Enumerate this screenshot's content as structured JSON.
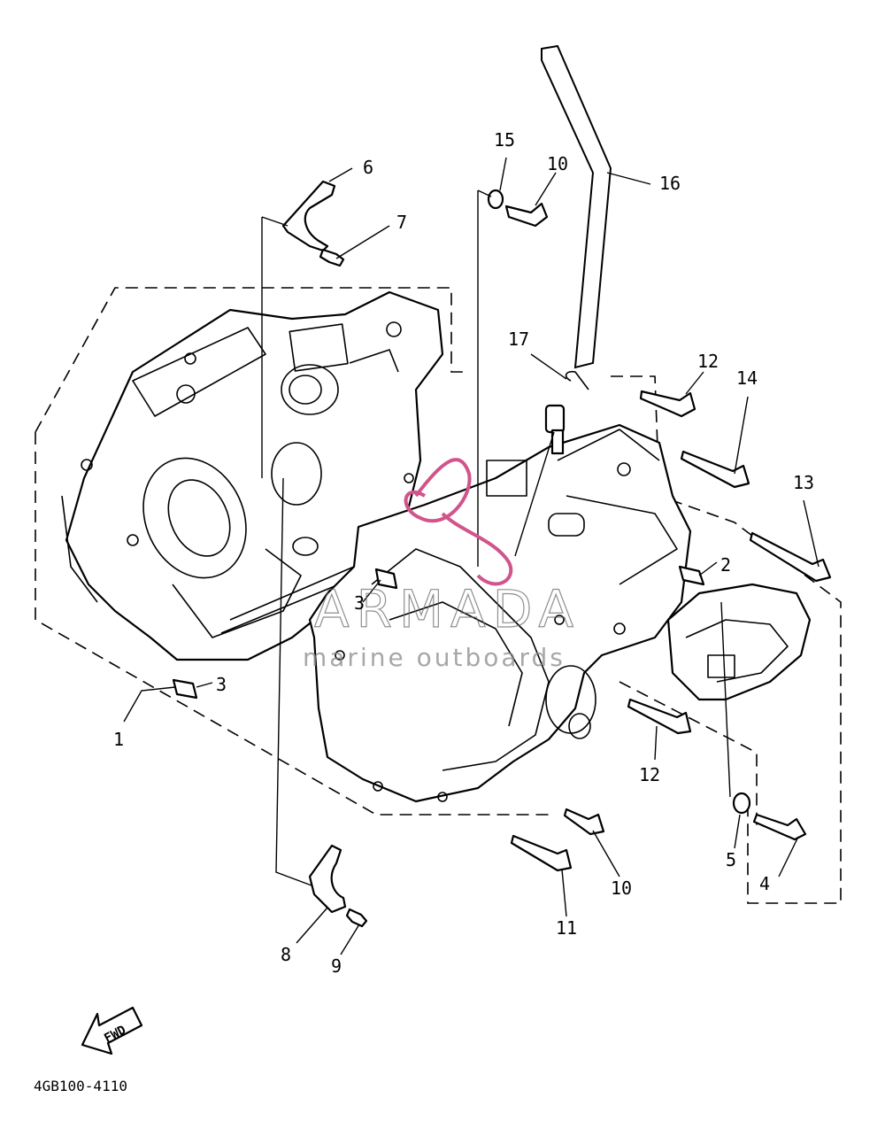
{
  "diagram": {
    "code": "4GB100-4110",
    "fwd_label": "FWD",
    "watermark": {
      "brand": "ARMADA",
      "tagline": "marine outboards"
    },
    "callouts": [
      {
        "id": "c1",
        "label": "1"
      },
      {
        "id": "c2",
        "label": "2"
      },
      {
        "id": "c3a",
        "label": "3"
      },
      {
        "id": "c3b",
        "label": "3"
      },
      {
        "id": "c4",
        "label": "4"
      },
      {
        "id": "c5",
        "label": "5"
      },
      {
        "id": "c6",
        "label": "6"
      },
      {
        "id": "c7",
        "label": "7"
      },
      {
        "id": "c8",
        "label": "8"
      },
      {
        "id": "c9",
        "label": "9"
      },
      {
        "id": "c10a",
        "label": "10"
      },
      {
        "id": "c10b",
        "label": "10"
      },
      {
        "id": "c11",
        "label": "11"
      },
      {
        "id": "c12a",
        "label": "12"
      },
      {
        "id": "c12b",
        "label": "12"
      },
      {
        "id": "c13",
        "label": "13"
      },
      {
        "id": "c14",
        "label": "14"
      },
      {
        "id": "c15",
        "label": "15"
      },
      {
        "id": "c16",
        "label": "16"
      },
      {
        "id": "c17",
        "label": "17"
      }
    ]
  }
}
